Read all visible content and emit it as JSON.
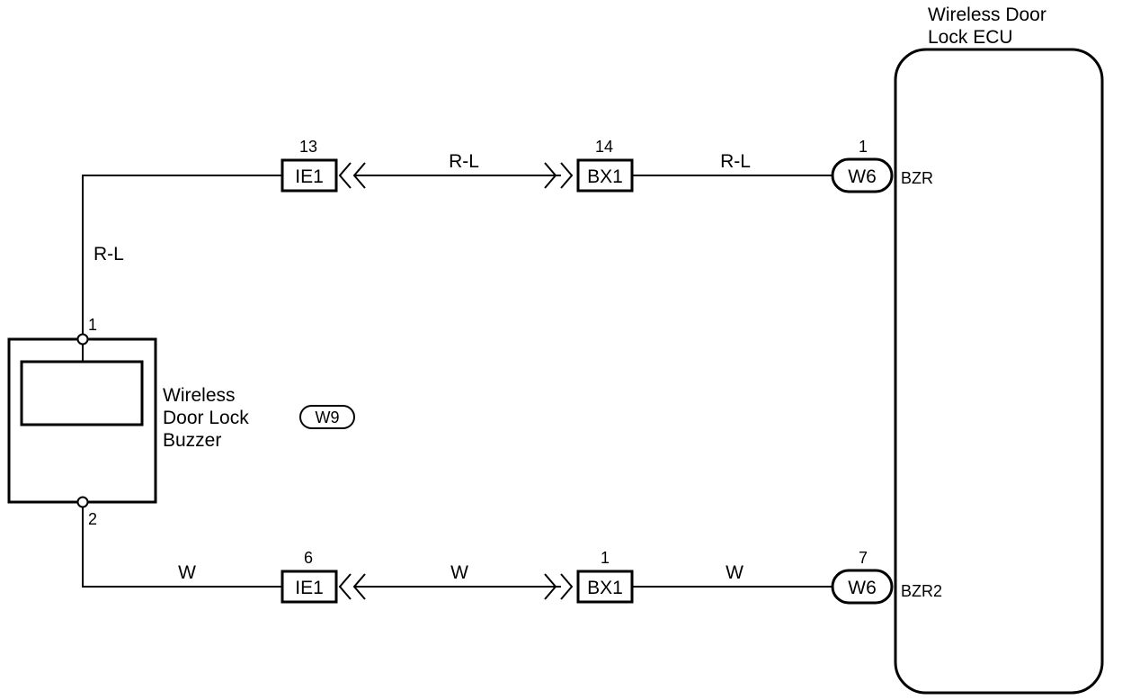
{
  "ecu": {
    "title_line1": "Wireless Door",
    "title_line2": "Lock ECU",
    "pins": [
      {
        "pin_no": "1",
        "connector": "W6",
        "terminal": "BZR"
      },
      {
        "pin_no": "7",
        "connector": "W6",
        "terminal": "BZR2"
      }
    ]
  },
  "buzzer": {
    "name_line1": "Wireless",
    "name_line2": "Door Lock",
    "name_line3": "Buzzer",
    "connector": "W9",
    "pin_top": "1",
    "pin_bottom": "2"
  },
  "circuits": [
    {
      "wire_color_left_vertical": "R-L",
      "ie_connector": "IE1",
      "ie_pin": "13",
      "wire_color_middle": "R-L",
      "bx_connector": "BX1",
      "bx_pin": "14",
      "wire_color_right": "R-L"
    },
    {
      "wire_color_left": "W",
      "ie_connector": "IE1",
      "ie_pin": "6",
      "wire_color_middle": "W",
      "bx_connector": "BX1",
      "bx_pin": "1",
      "wire_color_right": "W"
    }
  ]
}
